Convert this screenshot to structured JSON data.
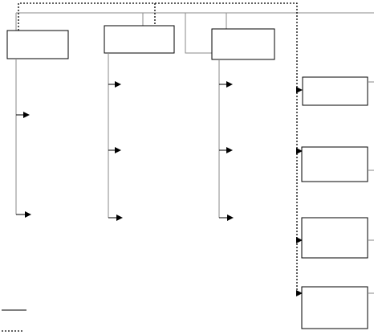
{
  "diagram": {
    "colors": {
      "stroke": "#000000",
      "connector": "#8a8a8a",
      "background": "#ffffff"
    },
    "line_styles": [
      "solid",
      "dotted"
    ],
    "boxes": [
      {
        "id": "column-1-header-box",
        "label": ""
      },
      {
        "id": "column-2-header-box",
        "label": ""
      },
      {
        "id": "column-3-header-box",
        "label": ""
      },
      {
        "id": "right-stack-box-1",
        "label": ""
      },
      {
        "id": "right-stack-box-2",
        "label": ""
      },
      {
        "id": "right-stack-box-3",
        "label": ""
      },
      {
        "id": "right-stack-box-4",
        "label": ""
      }
    ],
    "legend": [
      {
        "style": "solid",
        "label": ""
      },
      {
        "style": "dotted",
        "label": ""
      }
    ]
  }
}
